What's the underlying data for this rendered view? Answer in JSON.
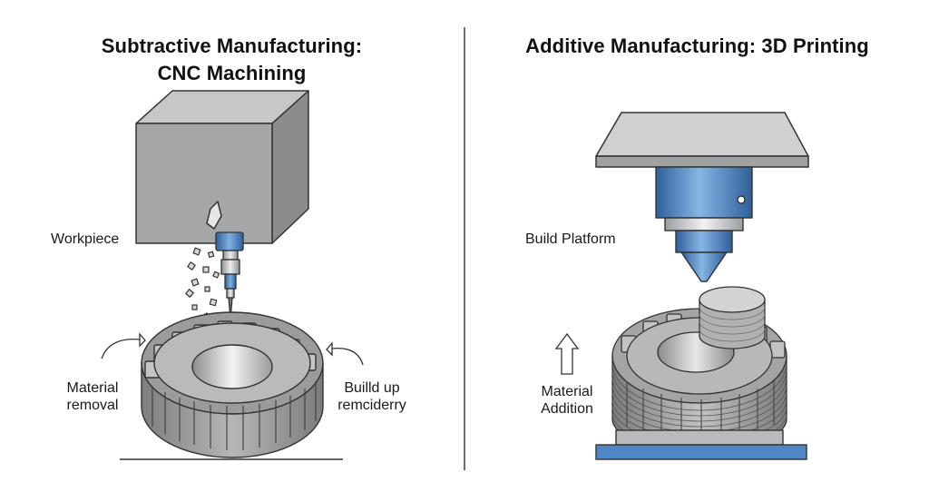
{
  "left_panel": {
    "title_line1": "Subtractive Manufacturing:",
    "title_line2": "CNC Machining",
    "labels": {
      "workpiece": "Workpiece",
      "material_removal_line1": "Material",
      "material_removal_line2": "removal",
      "build_up_line1": "Builld up",
      "build_up_line2": "remciderry"
    }
  },
  "right_panel": {
    "title": "Additive Manufacturing: 3D Printing",
    "labels": {
      "build_platform": "Build Platform",
      "material_addition_line1": "Material",
      "material_addition_line2": "Addition"
    }
  },
  "colors": {
    "tool_blue": "#5b8fc9",
    "platform_blue": "#4f86c6",
    "metal_gray": "#a9aaac",
    "divider": "#6e6e6e"
  }
}
